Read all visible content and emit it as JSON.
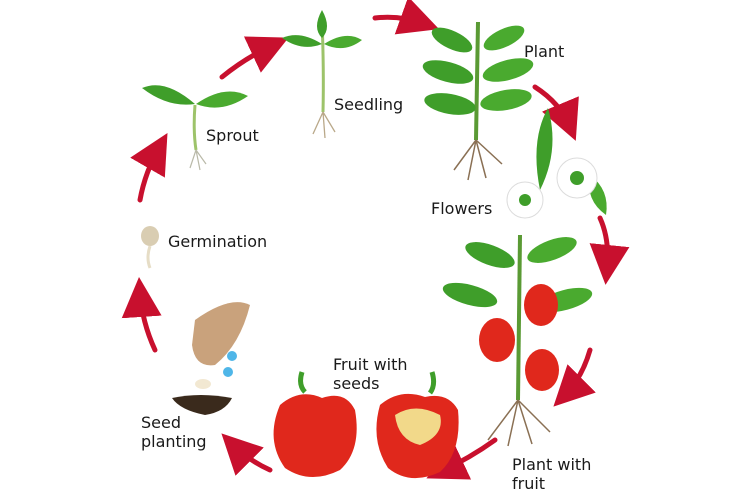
{
  "labels": {
    "sprout": "Sprout",
    "seedling": "Seedling",
    "plant": "Plant",
    "flowers": "Flowers",
    "germination": "Germination",
    "fruit_with_seeds": "Fruit with seeds",
    "seed_planting": "Seed planting",
    "plant_with_fruit": "Plant with fruit"
  },
  "colors": {
    "arrow": "#c8102e",
    "leaf": "#3f9e2a",
    "pepper": "#e0281c",
    "seed": "#f2d98a",
    "hand": "#c9a27c",
    "soil": "#3a2a1c",
    "water": "#4fb6e8",
    "flower": "#ffffff"
  }
}
